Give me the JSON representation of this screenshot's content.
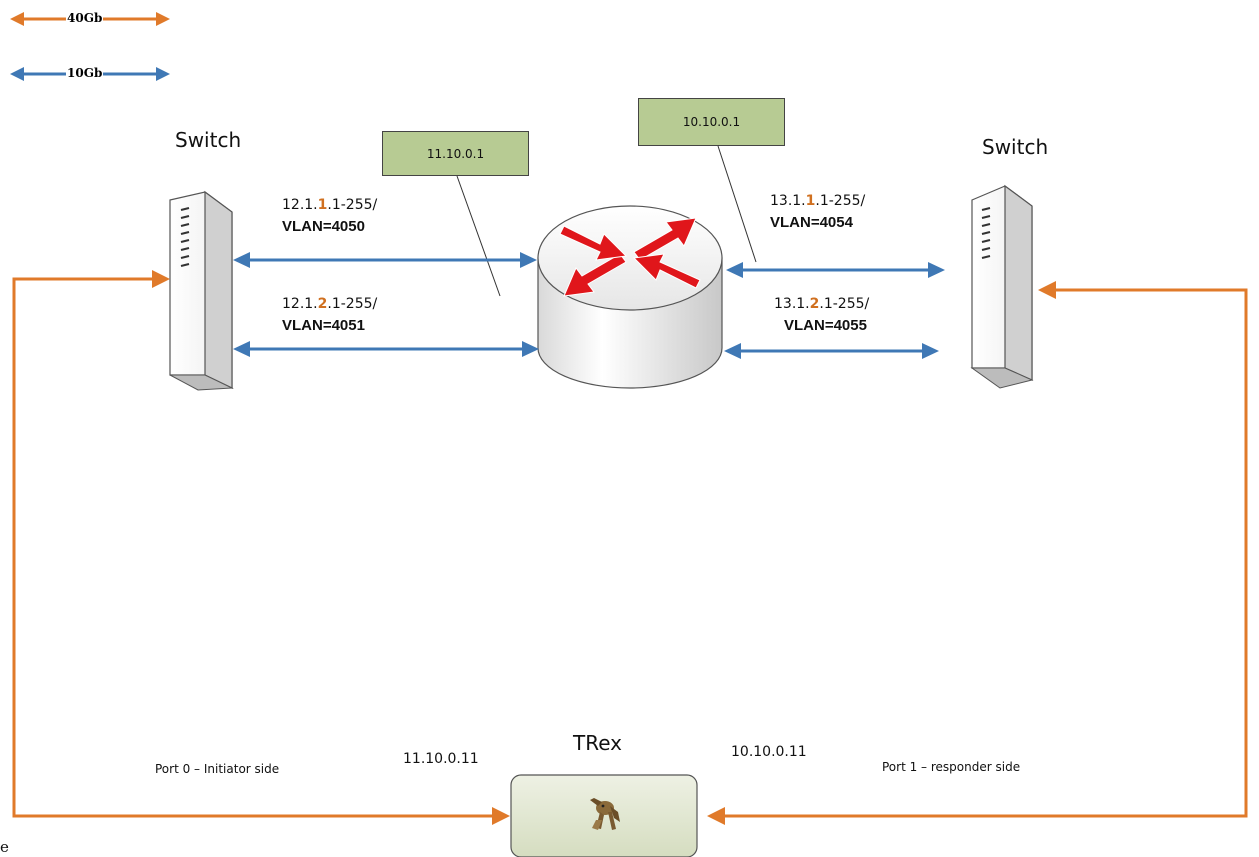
{
  "legend": {
    "items": [
      {
        "label": "40Gb",
        "color": "#e07a2a"
      },
      {
        "label": "10Gb",
        "color": "#3f78b5"
      }
    ]
  },
  "switch_left": {
    "label": "Switch"
  },
  "switch_right": {
    "label": "Switch"
  },
  "router": {
    "left_ip": "11.10.0.1",
    "right_ip": "10.10.0.1"
  },
  "links": {
    "left_top": {
      "subnet_pre": "12.1.",
      "subnet_hl": "1",
      "subnet_post": ".1-255/",
      "vlan": "VLAN=4050"
    },
    "left_bottom": {
      "subnet_pre": "12.1.",
      "subnet_hl": "2",
      "subnet_post": ".1-255/",
      "vlan": "VLAN=4051"
    },
    "right_top": {
      "subnet_pre": "13.1.",
      "subnet_hl": "1",
      "subnet_post": ".1-255/",
      "vlan": "VLAN=4054"
    },
    "right_bottom": {
      "subnet_pre": "13.1.",
      "subnet_hl": "2",
      "subnet_post": ".1-255/",
      "vlan": "VLAN=4055"
    }
  },
  "trex": {
    "label": "TRex",
    "left_ip": "11.10.0.11",
    "right_ip": "10.10.0.11",
    "port0": "Port 0 – Initiator side",
    "port1": "Port 1 – responder side"
  },
  "stray_text": "e",
  "colors": {
    "link_40g": "#e07a2a",
    "link_10g": "#3f78b5",
    "ip_box": "#b7cb93",
    "router_arrow": "#e0161b",
    "trex_box": "#dfe6cf"
  }
}
